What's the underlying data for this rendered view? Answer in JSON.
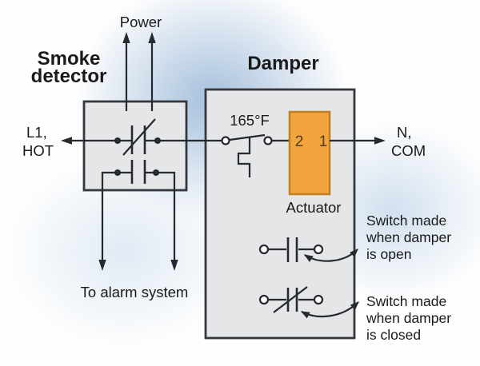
{
  "smoke_detector": {
    "title_line1": "Smoke",
    "title_line2": "detector",
    "power_label": "Power",
    "l1_line1": "L1,",
    "l1_line2": "HOT",
    "alarm_label": "To alarm system",
    "symbols": {
      "top_contact": "normally-closed-contact",
      "bottom_contact": "normally-open-contact"
    }
  },
  "damper": {
    "title": "Damper",
    "thermal_label": "165°F",
    "actuator_label": "Actuator",
    "terminal_left": "2",
    "terminal_right": "1",
    "n_line1": "N,",
    "n_line2": "COM",
    "note_open": [
      "Switch made",
      "when damper",
      "is open"
    ],
    "note_closed": [
      "Switch made",
      "when damper",
      "is closed"
    ],
    "symbols": {
      "thermal_switch": "fusible-link-165F",
      "open_switch": "normally-open-contact",
      "closed_switch": "normally-closed-contact"
    }
  },
  "colors": {
    "box_fill": "#e5e6e8",
    "box_border": "#35383e",
    "wire": "#26292e",
    "actuator_fill": "#f3a43c",
    "actuator_border": "#c0801f",
    "terminal_text": "#54401a",
    "glow_blue": "#96b5d6",
    "text": "#1a1a1a"
  }
}
